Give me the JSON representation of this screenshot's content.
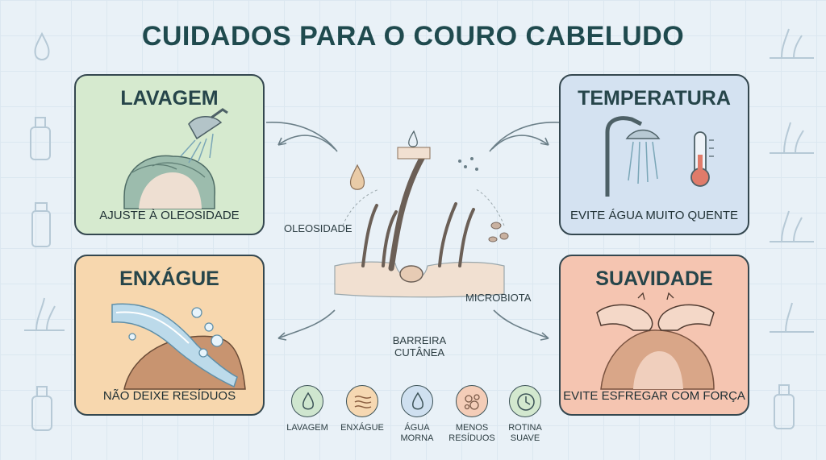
{
  "title": "CUIDADOS PARA O COURO CABELUDO",
  "cards": {
    "lavagem": {
      "title": "LAVAGEM",
      "caption": "AJUSTE À OLEOSIDADE"
    },
    "temperatura": {
      "title": "TEMPERATURA",
      "caption": "EVITE ÁGUA MUITO QUENTE"
    },
    "enxague": {
      "title": "ENXÁGUE",
      "caption": "NÃO DEIXE RESÍDUOS"
    },
    "suavidade": {
      "title": "SUAVIDADE",
      "caption": "EVITE ESFREGAR COM FORÇA"
    }
  },
  "center": {
    "oleosidade": "OLEOSIDADE",
    "microbiota": "MICROBIOTA",
    "barreira_line1": "BARREIRA",
    "barreira_line2": "CUTÂNEA"
  },
  "legend": [
    {
      "line1": "LAVAGEM",
      "line2": "",
      "icon": "drop-icon",
      "color": "#cfe6cf"
    },
    {
      "line1": "ENXÁGUE",
      "line2": "",
      "icon": "waves-icon",
      "color": "#f6d8b2"
    },
    {
      "line1": "ÁGUA",
      "line2": "MORNA",
      "icon": "drop-icon",
      "color": "#cfe0f0"
    },
    {
      "line1": "MENOS",
      "line2": "RESÍDUOS",
      "icon": "bubbles-icon",
      "color": "#f4cdb8"
    },
    {
      "line1": "ROTINA",
      "line2": "SUAVE",
      "icon": "clock-icon",
      "color": "#d3e8cf"
    }
  ]
}
